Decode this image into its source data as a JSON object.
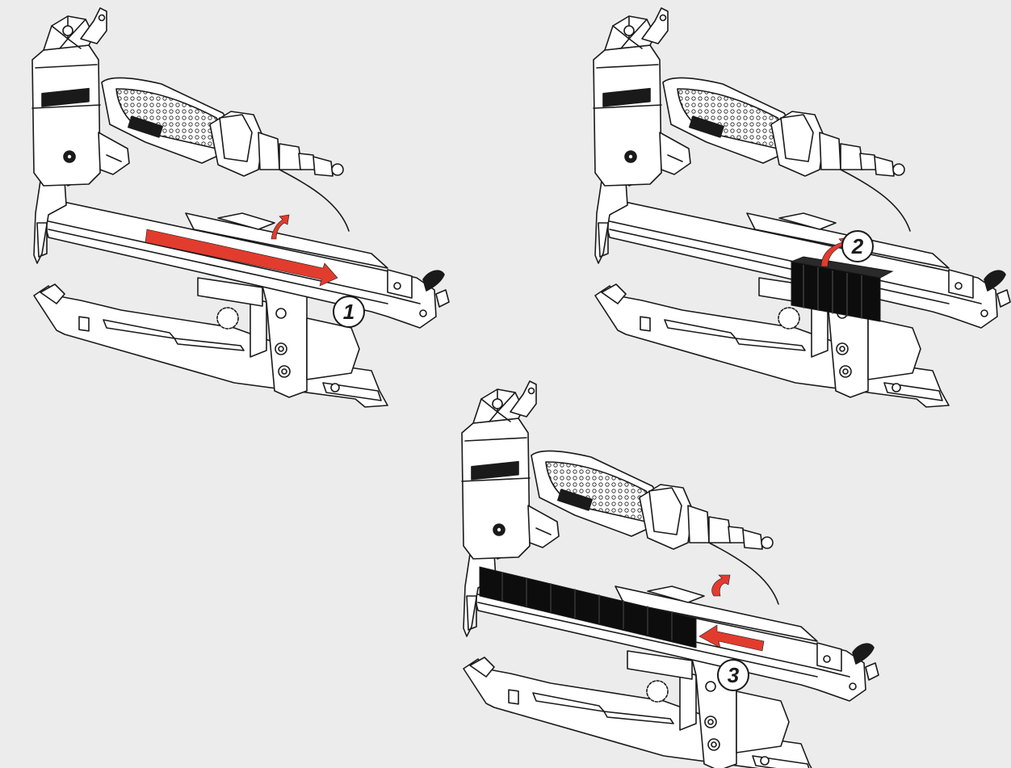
{
  "diagram": {
    "steps": [
      {
        "number": "1",
        "arrow": "right",
        "has_staples": false
      },
      {
        "number": "2",
        "arrow": "curl",
        "has_staples": true
      },
      {
        "number": "3",
        "arrow": "left",
        "has_staples": true
      }
    ]
  },
  "colors": {
    "background": "#ececec",
    "accent_arrow": "#e23c2e",
    "line": "#1a1a1a",
    "body_fill": "#ffffff",
    "staple_fill": "#0d0d0d"
  }
}
